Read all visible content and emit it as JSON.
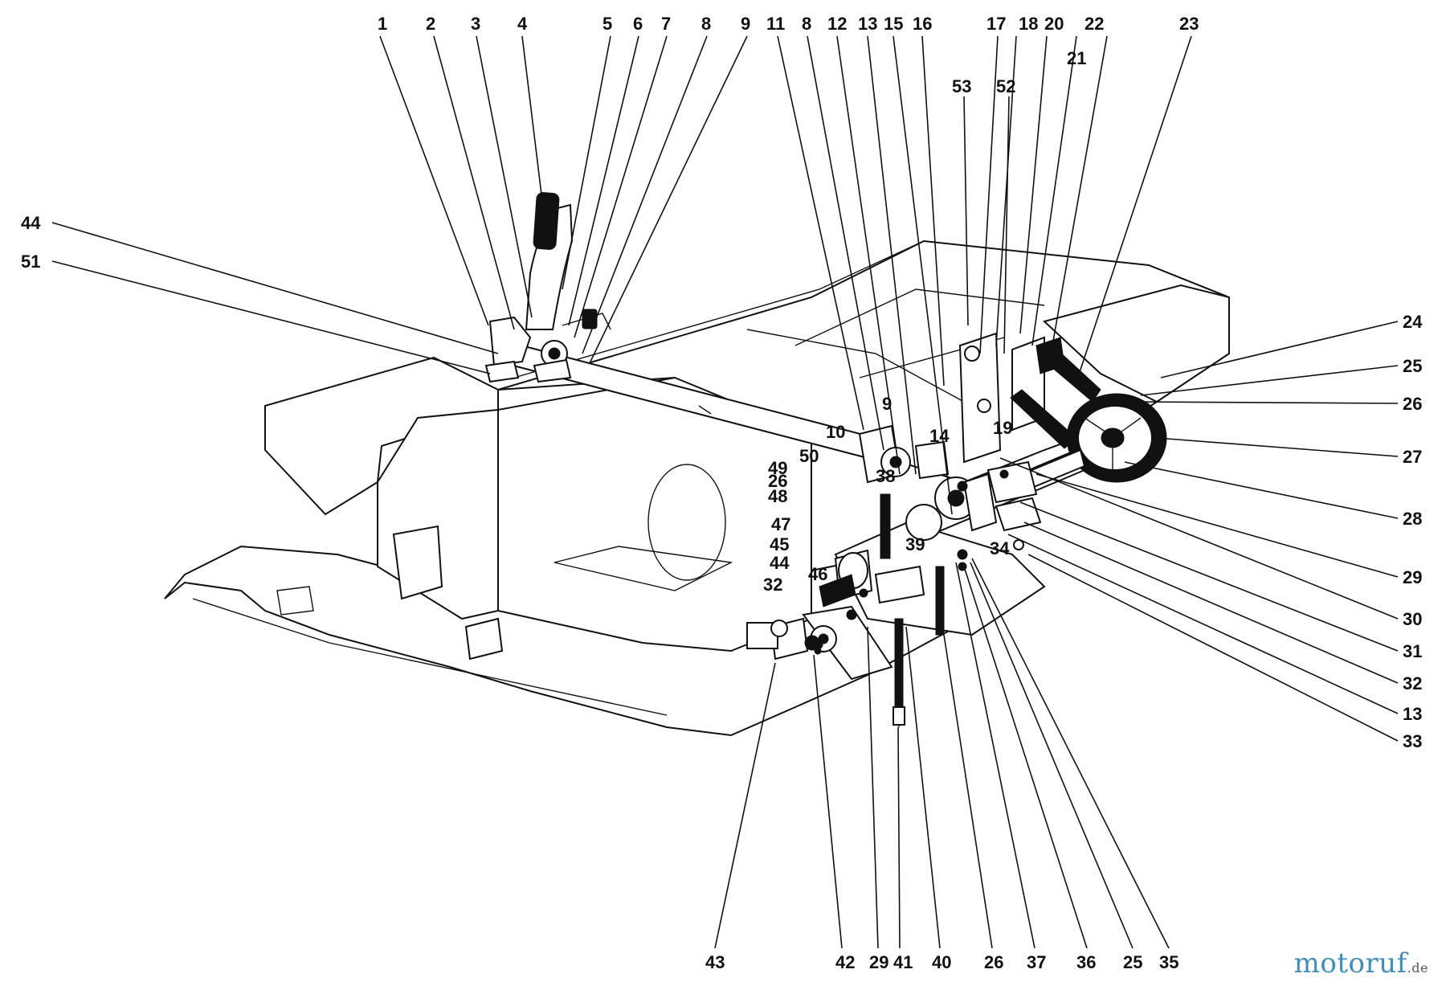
{
  "callouts_top": [
    "1",
    "2",
    "3",
    "4",
    "5",
    "6",
    "7",
    "8",
    "9",
    "11",
    "8",
    "12",
    "13",
    "15",
    "16",
    "17",
    "18",
    "20",
    "22",
    "23",
    "21",
    "53",
    "52"
  ],
  "callouts_right": [
    "24",
    "25",
    "26",
    "27",
    "28",
    "29",
    "30",
    "31",
    "32",
    "13",
    "33"
  ],
  "callouts_left": [
    "44",
    "51"
  ],
  "callouts_bottom": [
    "43",
    "42",
    "29",
    "41",
    "40",
    "26",
    "37",
    "36",
    "25",
    "35"
  ],
  "callouts_inner": [
    "10",
    "9",
    "14",
    "19",
    "50",
    "49",
    "26",
    "48",
    "38",
    "47",
    "45",
    "44",
    "46",
    "32",
    "39",
    "34"
  ],
  "watermark": {
    "main": "motoruf",
    "tld": ".de"
  },
  "colors": {
    "ink": "#111111",
    "paper": "#ffffff",
    "brand": "#3c8fc0",
    "accent": "#e25a2a"
  }
}
